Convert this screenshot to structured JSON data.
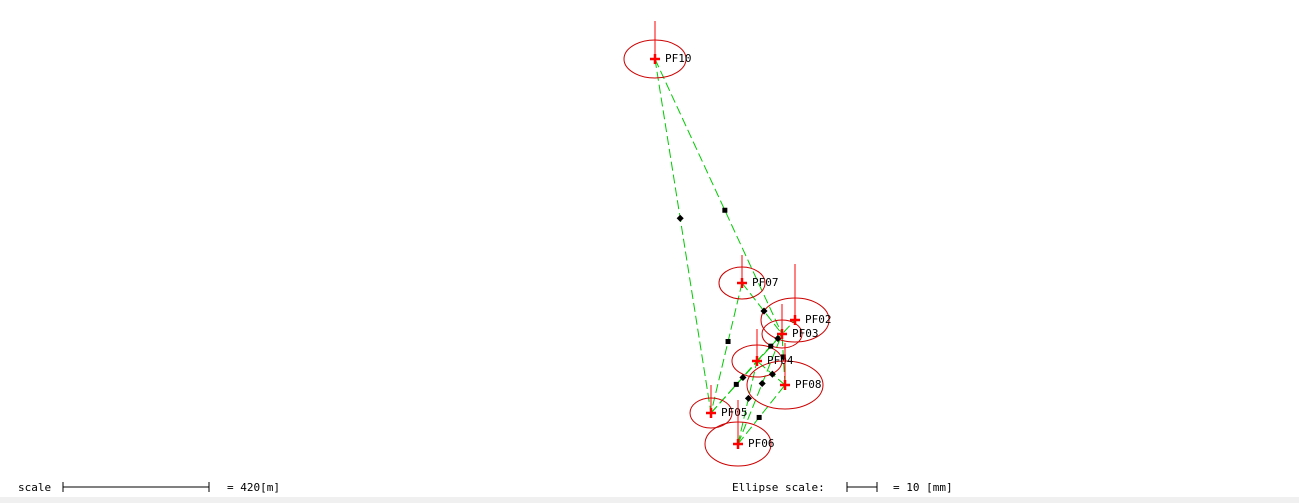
{
  "colors": {
    "point": "#ff0000",
    "ellipse": "#cc0000",
    "observation": "#00cc00",
    "marker": "#000000",
    "background": "#ffffff"
  },
  "points": [
    {
      "id": "PF10",
      "label": "PF10"
    },
    {
      "id": "PF07",
      "label": "PF07"
    },
    {
      "id": "PF02",
      "label": "PF02"
    },
    {
      "id": "PF03",
      "label": "PF03"
    },
    {
      "id": "PF04",
      "label": "PF04"
    },
    {
      "id": "PF08",
      "label": "PF08"
    },
    {
      "id": "PF05",
      "label": "PF05"
    },
    {
      "id": "PF06",
      "label": "PF06"
    }
  ],
  "observations": [
    [
      "PF10",
      "PF05"
    ],
    [
      "PF10",
      "PF03"
    ],
    [
      "PF07",
      "PF03"
    ],
    [
      "PF07",
      "PF05"
    ],
    [
      "PF04",
      "PF02"
    ],
    [
      "PF04",
      "PF03"
    ],
    [
      "PF05",
      "PF03"
    ],
    [
      "PF05",
      "PF04"
    ],
    [
      "PF06",
      "PF04"
    ],
    [
      "PF06",
      "PF08"
    ],
    [
      "PF06",
      "PF03"
    ],
    [
      "PF08",
      "PF03"
    ],
    [
      "PF08",
      "PF04"
    ]
  ],
  "scale": {
    "label": "scale",
    "value": "= 420[m]"
  },
  "ellipse_scale": {
    "label": "Ellipse scale:",
    "value": "= 10 [mm]"
  }
}
